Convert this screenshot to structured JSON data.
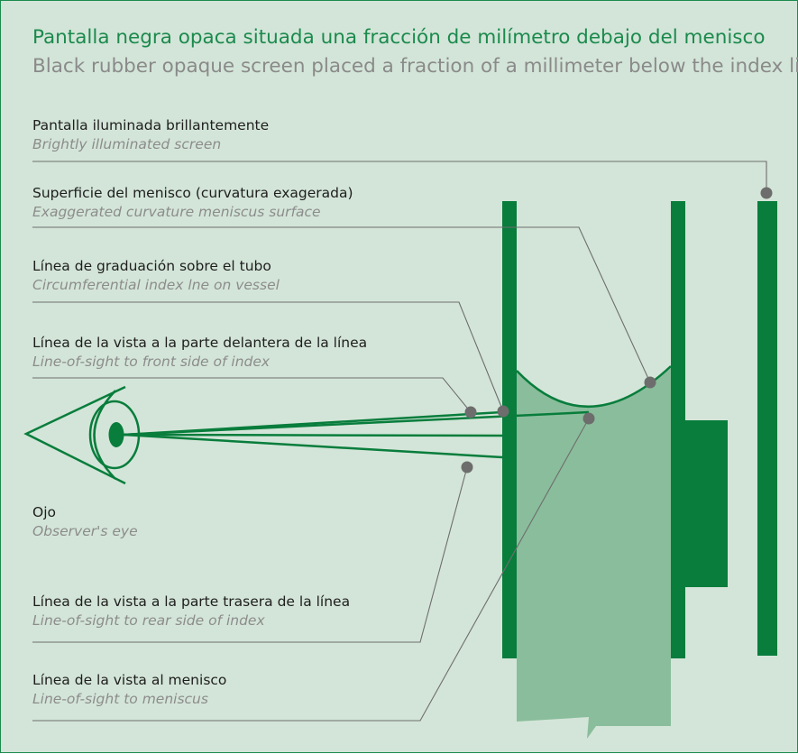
{
  "title": {
    "es": "Pantalla negra opaca situada una fracción de milímetro debajo del menisco",
    "en": "Black rubber opaque screen placed a fraction of a millimeter below the index line"
  },
  "labels": {
    "illuminated_screen": {
      "es": "Pantalla iluminada brillantemente",
      "en": "Brightly illuminated screen"
    },
    "meniscus_surface": {
      "es": "Superficie del menisco (curvatura exagerada)",
      "en": "Exaggerated curvature meniscus surface"
    },
    "index_line": {
      "es": "Línea de graduación sobre el tubo",
      "en": "Circumferential index lne on vessel"
    },
    "sight_front": {
      "es": "Línea de la vista a la parte delantera de la línea",
      "en": "Line-of-sight to front side of index"
    },
    "eye": {
      "es": "Ojo",
      "en": "Observer's eye"
    },
    "sight_rear": {
      "es": "Línea de la vista a la parte trasera de la línea",
      "en": "Line-of-sight to rear side of index"
    },
    "sight_meniscus": {
      "es": "Línea de la vista al menisco",
      "en": "Line-of-sight to meniscus"
    }
  },
  "colors": {
    "background": "#d3e5d8",
    "green": "#087d3c",
    "liquid": "#8abd9b",
    "leader": "#6e6e6e",
    "dot": "#6d6d6d"
  }
}
